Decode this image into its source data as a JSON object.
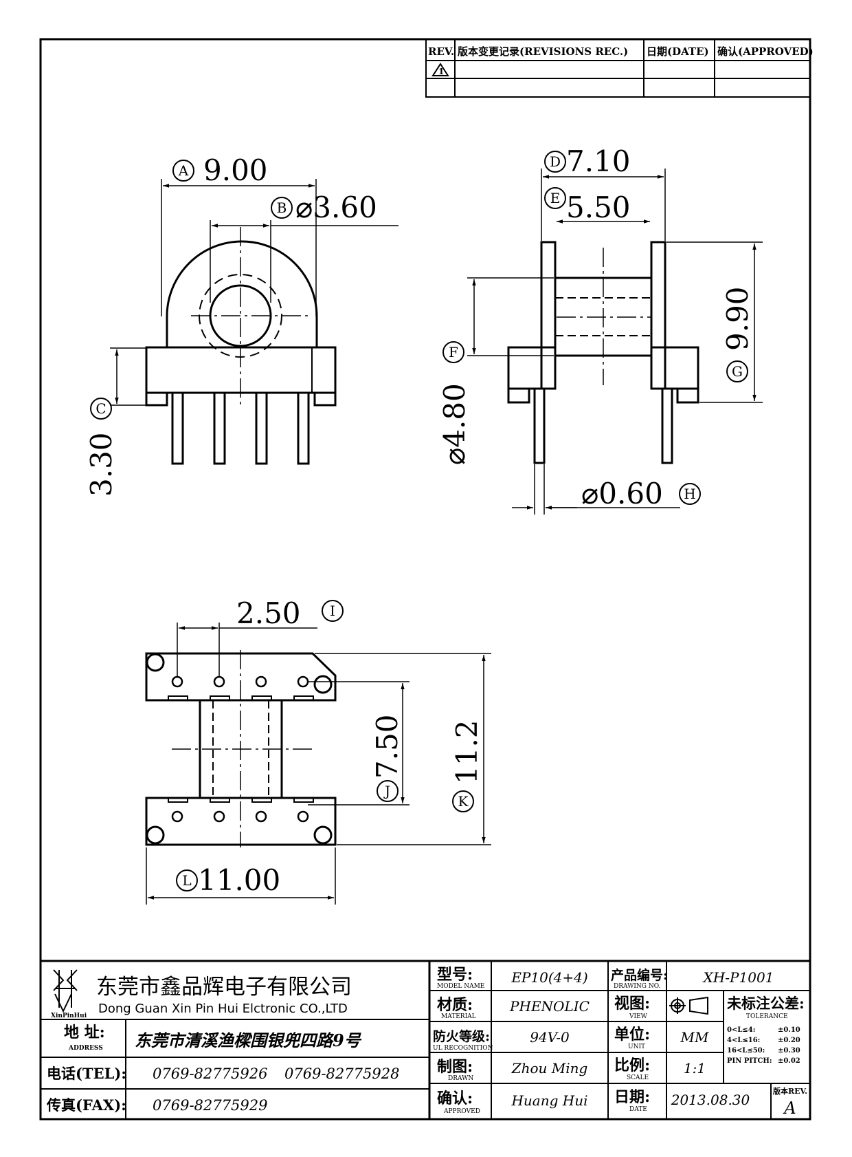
{
  "revision_table": {
    "rev_label": "REV.",
    "record_label": "版本变更记录(REVISIONS REC.)",
    "date_label": "日期(DATE)",
    "approved_label": "确认(APPROVED)",
    "rev1_symbol": "1"
  },
  "dimensions": {
    "A": {
      "letter": "A",
      "value": "9.00"
    },
    "B": {
      "letter": "B",
      "value": "⌀3.60"
    },
    "C": {
      "letter": "C",
      "value": "3.30"
    },
    "D": {
      "letter": "D",
      "value": "7.10"
    },
    "E": {
      "letter": "E",
      "value": "5.50"
    },
    "F": {
      "letter": "F",
      "value": "⌀4.80"
    },
    "G": {
      "letter": "G",
      "value": "9.90"
    },
    "H": {
      "letter": "H",
      "value": "⌀0.60"
    },
    "I": {
      "letter": "I",
      "value": "2.50"
    },
    "J": {
      "letter": "J",
      "value": "7.50"
    },
    "K": {
      "letter": "K",
      "value": "11.2"
    },
    "L": {
      "letter": "L",
      "value": "11.00"
    }
  },
  "title_block": {
    "logo_caption": "XinPinHui",
    "company_cn": "东莞市鑫品辉电子有限公司",
    "company_en": "Dong Guan Xin Pin Hui Elctronic CO.,LTD",
    "address_label": "地 址:",
    "address_label_en": "ADDRESS",
    "address": "东莞市清溪渔樑围银兜四路9号",
    "tel_label": "电话(TEL):",
    "tel1": "0769-82775926",
    "tel2": "0769-82775928",
    "fax_label": "传真(FAX):",
    "fax": "0769-82775929",
    "model_label": "型号:",
    "model_label_en": "MODEL NAME",
    "model": "EP10(4+4)",
    "material_label": "材质:",
    "material_label_en": "MATERIAL",
    "material": "PHENOLIC",
    "flame_label": "防火等级:",
    "flame_label_en": "UL RECOGNITION",
    "flame": "94V-0",
    "drawn_label": "制图:",
    "drawn_label_en": "DRAWN",
    "drawn": "Zhou Ming",
    "approved_label": "确认:",
    "approved_label_en": "APPROVED",
    "approved": "Huang Hui",
    "drawing_no_label": "产品编号:",
    "drawing_no_label_en": "DRAWING NO.",
    "drawing_no": "XH-P1001",
    "view_label": "视图:",
    "view_label_en": "VIEW",
    "unit_label": "单位:",
    "unit_label_en": "UNIT",
    "unit": "MM",
    "scale_label": "比例:",
    "scale_label_en": "SCALE",
    "scale": "1:1",
    "date_label": "日期:",
    "date_label_en": "DATE",
    "date": "2013.08.30",
    "tolerance_label": "未标注公差:",
    "tolerance_label_en": "TOLERANCE",
    "tolerances": [
      {
        "range": "0<L≤4:",
        "value": "±0.10"
      },
      {
        "range": "4<L≤16:",
        "value": "±0.20"
      },
      {
        "range": "16<L≤50:",
        "value": "±0.30"
      },
      {
        "range": "PIN PITCH:",
        "value": "±0.02"
      }
    ],
    "rev_label": "版本REV.",
    "rev": "A"
  }
}
